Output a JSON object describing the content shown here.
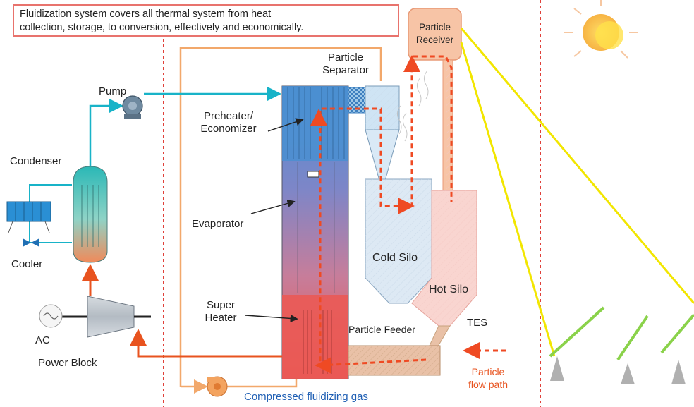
{
  "caption": {
    "line1": "Fluidization system covers all thermal system from heat",
    "line2": "collection, storage, to conversion, effectively and economically."
  },
  "labels": {
    "pump": "Pump",
    "condenser": "Condenser",
    "cooler": "Cooler",
    "ac": "AC",
    "power_block": "Power Block",
    "preheater_line1": "Preheater/",
    "preheater_line2": "Economizer",
    "evaporator": "Evaporator",
    "super_heater_line1": "Super",
    "super_heater_line2": "Heater",
    "particle_separator_line1": "Particle",
    "particle_separator_line2": "Separator",
    "particle_receiver_line1": "Particle",
    "particle_receiver_line2": "Receiver",
    "cold_silo": "Cold Silo",
    "hot_silo": "Hot Silo",
    "particle_feeder": "Particle Feeder",
    "tes": "TES",
    "compressed_gas": "Compressed fluidizing gas",
    "flow_path_line1": "Particle",
    "flow_path_line2": "flow path"
  },
  "colors": {
    "water_line": "#18b3c8",
    "steam_line": "#e8531f",
    "particle_path": "#ef4a23",
    "gas_line": "#f2a86b",
    "divider": "#e0413a",
    "sun_ray": "#f2e600"
  }
}
